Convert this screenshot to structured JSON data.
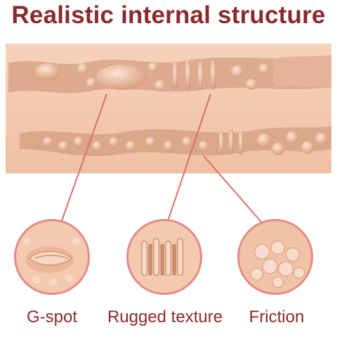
{
  "title": "Realistic internal structure",
  "labels": {
    "gspot": "G-spot",
    "rugged": "Rugged texture",
    "friction": "Friction"
  },
  "colors": {
    "title": "#8a2a2c",
    "callout_line": "#d9706b",
    "circle_border": "#e58a86",
    "material": "#f3c7ad"
  }
}
